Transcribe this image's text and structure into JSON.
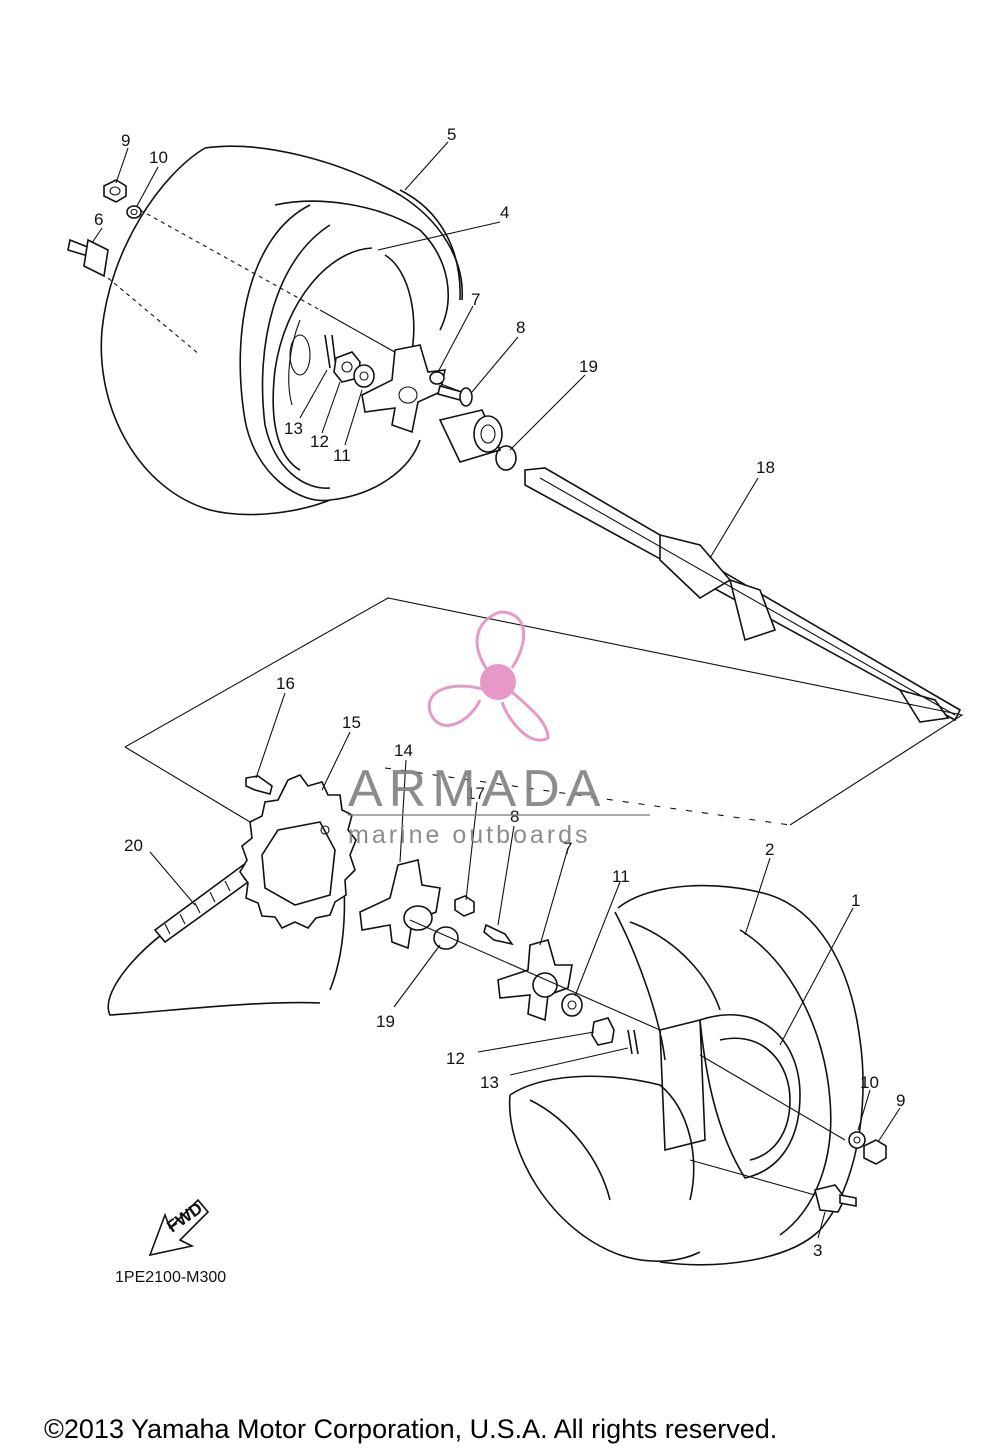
{
  "watermark": {
    "brand": "ARMADA",
    "tagline": "marine outboards",
    "brand_color": "#808080",
    "logo_color": "#e48fc0"
  },
  "diagram_code": "1PE2100-M300",
  "copyright": "©2013 Yamaha Motor Corporation, U.S.A. All rights reserved.",
  "fwd_label": "FWD",
  "callouts": {
    "c1": "1",
    "c2": "2",
    "c3": "3",
    "c4": "4",
    "c5": "5",
    "c6": "6",
    "c7a": "7",
    "c7b": "7",
    "c8a": "8",
    "c8b": "8",
    "c9a": "9",
    "c9b": "9",
    "c10a": "10",
    "c10b": "10",
    "c11a": "11",
    "c11b": "11",
    "c12a": "12",
    "c12b": "12",
    "c13a": "13",
    "c13b": "13",
    "c14": "14",
    "c15": "15",
    "c16": "16",
    "c17": "17",
    "c18": "18",
    "c19a": "19",
    "c19b": "19",
    "c20": "20"
  }
}
